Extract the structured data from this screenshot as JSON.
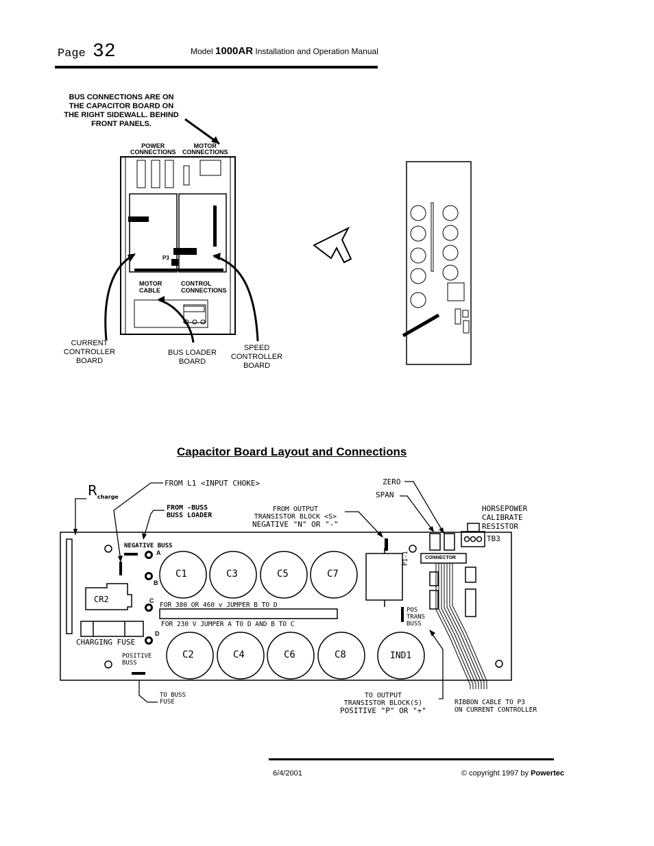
{
  "header": {
    "page_word": "Page",
    "page_number": "32",
    "title_pre": "Model ",
    "model": "1000AR",
    "title_post": " Installation and Operation Manual"
  },
  "top_figure": {
    "note": "BUS CONNECTIONS ARE ON THE CAPACITOR BOARD ON THE RIGHT SIDEWALL. BEHIND FRONT PANELS.",
    "power_connections": [
      "POWER",
      "CONNECTIONS"
    ],
    "motor_connections": [
      "MOTOR",
      "CONNECTIONS"
    ],
    "motor_cable": [
      "MOTOR",
      "CABLE"
    ],
    "control_connections": [
      "CONTROL",
      "CONNECTIONS"
    ],
    "p3": "P3",
    "current_board": [
      "CURRENT",
      "CONTROLLER",
      "BOARD"
    ],
    "bus_loader_board": [
      "BUS LOADER",
      "BOARD"
    ],
    "speed_board": [
      "SPEED",
      "CONTROLLER",
      "BOARD"
    ]
  },
  "section_title": "Capacitor Board Layout and Connections",
  "cap_board": {
    "r_charge_main": "R",
    "r_charge_sub": "charge",
    "from_l1": "FROM L1 <INPUT CHOKE>",
    "from_buss": [
      "FROM -BUSS",
      "BUSS LOADER"
    ],
    "from_output": [
      "FROM OUTPUT",
      "TRANSISTOR BLOCK <S>",
      "NEGATIVE  \"N\" OR \"-\""
    ],
    "zero": "ZERO",
    "span": "SPAN",
    "hp_resistor": [
      "HORSEPOWER",
      "CALIBRATE",
      "RESISTOR"
    ],
    "tb3": "TB3",
    "negative_buss": "NEGATIVE BUSS",
    "terminals": [
      "A",
      "B",
      "C",
      "D"
    ],
    "caps_top": [
      "C1",
      "C3",
      "C5",
      "C7"
    ],
    "caps_bottom": [
      "C2",
      "C4",
      "C6",
      "C8",
      "IND1"
    ],
    "cr2": "CR2",
    "charging_fuse": "CHARGING FUSE",
    "jumper_380": "FOR 380 OR 460 v JUMPER B TO D",
    "jumper_230": "FOR 230 V JUMPER A TO D AND B TO C",
    "connector": "CONNECTOR",
    "p1_1": "P1-1",
    "pos_trans_buss": [
      "POS",
      "TRANS",
      "BUSS"
    ],
    "positive_buss": [
      "POSITIVE",
      "BUSS"
    ],
    "to_buss_fuse": [
      "TO BUSS",
      "FUSE"
    ],
    "to_output": [
      "TO OUTPUT",
      "TRANSISTOR BLOCK(S)",
      "POSITIVE  \"P\" OR \"+\""
    ],
    "ribbon_cable": [
      "RIBBON CABLE TO P3",
      "ON CURRENT CONTROLLER"
    ]
  },
  "footer": {
    "date": "6/4/2001",
    "copyright": "© copyright 1997 by ",
    "company": "Powertec"
  }
}
